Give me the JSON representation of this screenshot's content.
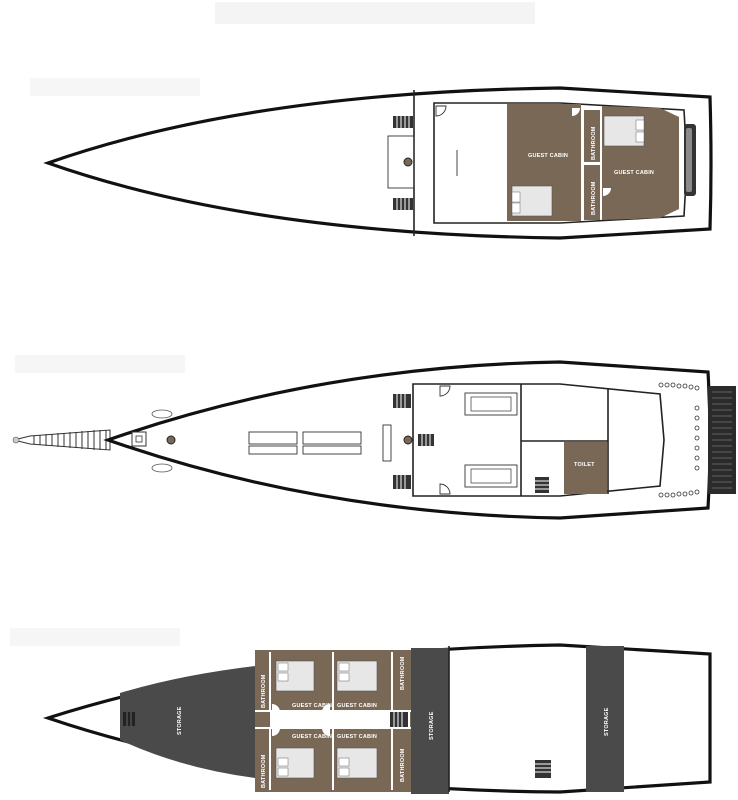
{
  "colors": {
    "cabin_brown": "#7a6856",
    "storage_gray": "#4a4a4a",
    "hull_stroke": "#111111",
    "furniture": "#e7e7e7"
  },
  "decks": {
    "upper": {
      "guest_cabin_1": "GUEST CABIN",
      "guest_cabin_2": "GUEST CABIN",
      "bathroom_1": "BATHROOM",
      "bathroom_2": "BATHROOM"
    },
    "main": {
      "toilet": "TOILET"
    },
    "lower": {
      "storage_fore": "STORAGE",
      "storage_mid": "STORAGE",
      "storage_aft": "STORAGE",
      "bathroom_top": "BATHROOM",
      "bathroom_bottom": "BATHROOM",
      "bathroom_right_top": "BATHROOM",
      "bathroom_right_bottom": "BATHROOM",
      "guest_cabin_tl": "GUEST CABIN",
      "guest_cabin_tr": "GUEST CABIN",
      "guest_cabin_bl": "GUEST CABIN",
      "guest_cabin_br": "GUEST CABIN"
    }
  }
}
